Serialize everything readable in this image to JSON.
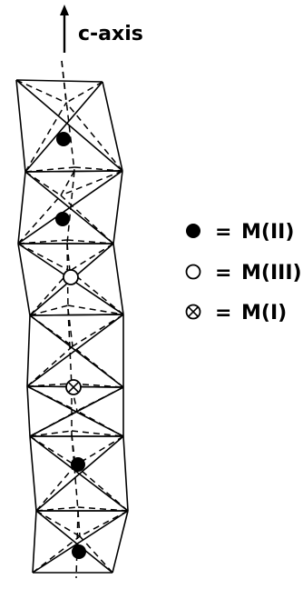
{
  "axis": {
    "label": "c-axis"
  },
  "legend": [
    {
      "symbol": "filled-circle",
      "equals": "=",
      "label": "M(II)"
    },
    {
      "symbol": "open-circle",
      "equals": "=",
      "label": "M(III)"
    },
    {
      "symbol": "crossed-circle",
      "equals": "=",
      "label": "M(I)"
    }
  ],
  "octahedra": [
    {
      "site": "M(II)",
      "symbol": "filled-circle"
    },
    {
      "site": "M(II)",
      "symbol": "filled-circle"
    },
    {
      "site": "M(III)",
      "symbol": "open-circle"
    },
    {
      "site": "M(I)",
      "symbol": "crossed-circle"
    },
    {
      "site": "M(II)",
      "symbol": "filled-circle"
    },
    {
      "site": "M(II)",
      "symbol": "filled-circle"
    }
  ],
  "colors": {
    "ink": "#000000",
    "background": "#ffffff"
  }
}
